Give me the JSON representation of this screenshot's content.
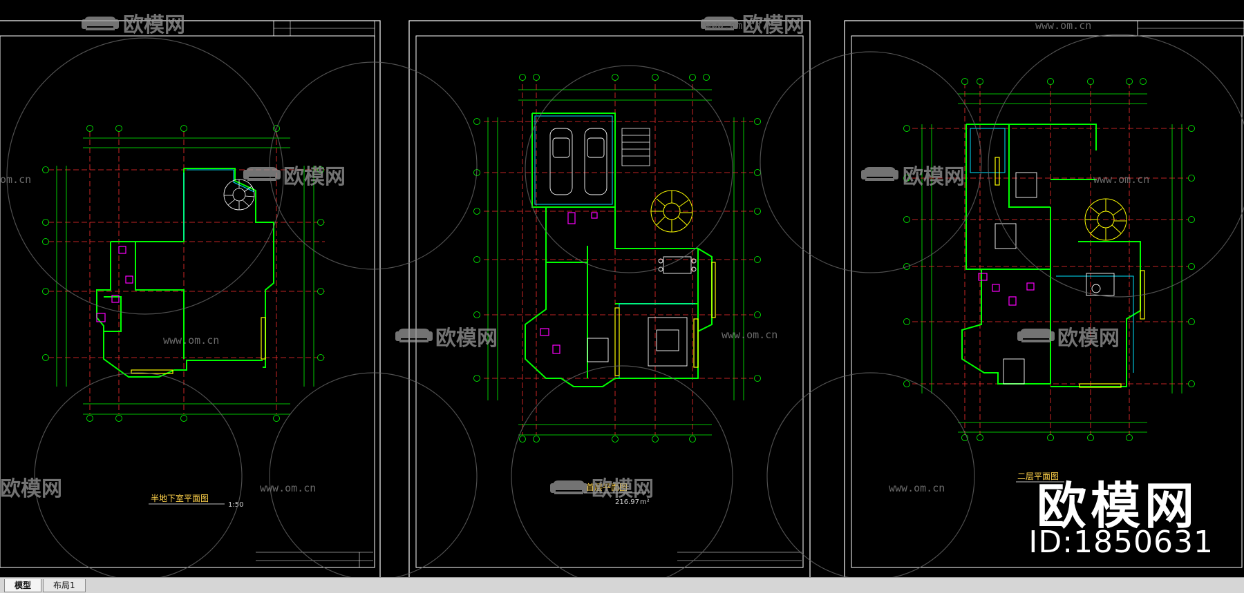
{
  "tabs": [
    {
      "label": "模型"
    },
    {
      "label": "布局1"
    }
  ],
  "watermark": {
    "brand": "欧模网",
    "url": "www.om.cn",
    "url_fragment": "om.cn"
  },
  "badge": {
    "brand": "欧模网",
    "id": "ID:1850631"
  },
  "sheets": [
    {
      "plan_title": "半地下室平面图",
      "scale": "1:50"
    },
    {
      "plan_title": "首层平面图",
      "area": "216.97",
      "unit": "m²"
    },
    {
      "plan_title": "二层平面图"
    }
  ],
  "colors": {
    "background": "#000000",
    "frame": "#ffffff",
    "wall": "#00ff00",
    "axis": "#ff3030",
    "dimension": "#00ffff",
    "furniture": "#ffff00",
    "fixture": "#ff00ff",
    "tabbar": "#d6d6d6"
  },
  "icons": [
    "sofa-logo-icon"
  ]
}
